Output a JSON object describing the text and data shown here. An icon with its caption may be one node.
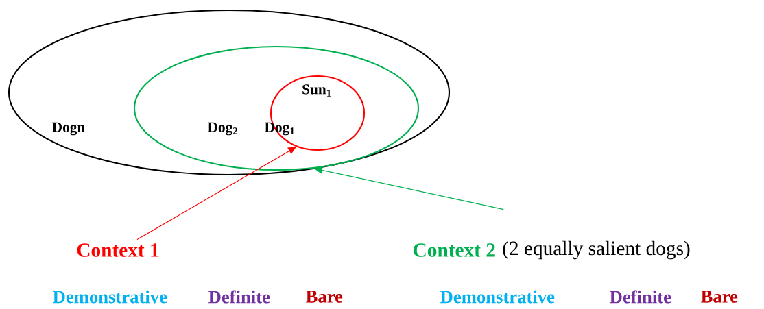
{
  "diagram": {
    "nodes": [
      {
        "text": [],
        "shape": "ellipse"
      },
      {
        "text": [],
        "shape": "ellipse",
        "in": 0
      },
      {
        "text": [],
        "shape": "ellipse",
        "in": 1
      },
      {
        "text": [
          "Context 1"
        ]
      },
      {
        "text": [
          "Context 2"
        ],
        "beside": [
          "(2 equally salient dogs)"
        ]
      }
    ],
    "edges": [
      {
        "from": 3,
        "to": 2,
        "arrow": "to",
        "color": "#ff0000"
      },
      {
        "from": 4,
        "to": 1,
        "arrow": "to",
        "color": "#00b050"
      }
    ],
    "labels": [
      "Sun$_{1}$",
      "Dogn",
      "Dog$_{2}$",
      "Dog$_{1}$",
      "Demonstrative",
      "Definite",
      "Bare",
      "Demonstrative",
      "Definite",
      "Bare"
    ]
  }
}
